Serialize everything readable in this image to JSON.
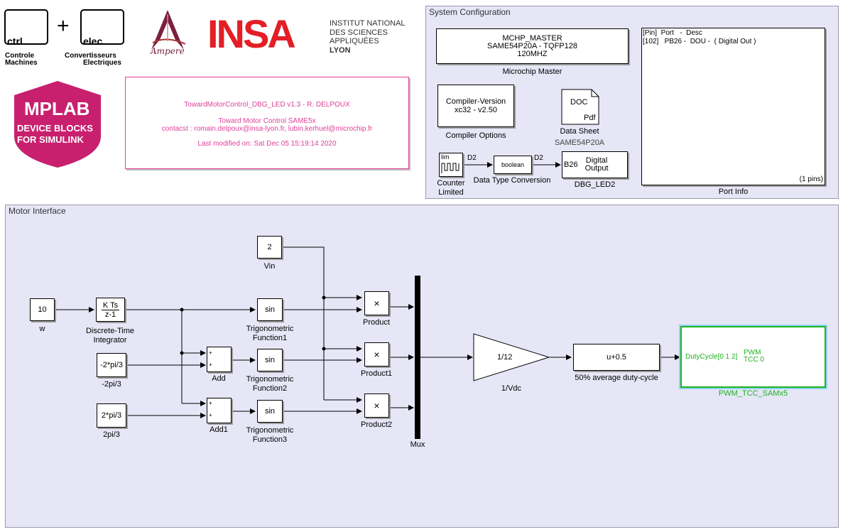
{
  "logos": {
    "ctrl": "ctrl",
    "plus": "+",
    "elec": "elec",
    "ctrl_caption_1": "Controle",
    "ctrl_caption_2": "Machines",
    "elec_caption_1": "Convertisseurs",
    "elec_caption_2": "Electriques",
    "ampere": "Ampere",
    "insa": "INSA",
    "insa_line1": "INSTITUT NATIONAL",
    "insa_line2": "DES SCIENCES",
    "insa_line3": "APPLIQUÉES",
    "insa_line4": "LYON",
    "mplab_1": "MPLAB",
    "mplab_2": "DEVICE BLOCKS",
    "mplab_3": "FOR SIMULINK",
    "accent_color": "#c8206e"
  },
  "info": {
    "line1": "TowardMotorControl_DBG_LED v1.3 - R. DELPOUX",
    "line2": "Toward Motor Control SAME5x",
    "line3": "contacst : romain.delpoux@insa-lyon.fr, lubin.kerhuel@microchip.fr",
    "line4": "Last modified on: Sat Dec 05 15:19:14 2020",
    "color": "#e0409a"
  },
  "system": {
    "title": "System Configuration",
    "master_line1": "MCHP_MASTER",
    "master_line2": "SAME54P20A - TQFP128",
    "master_line3": "120MHZ",
    "master_label": "Microchip Master",
    "compiler_line1": "Compiler-Version",
    "compiler_line2": "xc32 - v2.50",
    "compiler_label": "Compiler Options",
    "doc_top": "DOC",
    "doc_bottom": "Pdf",
    "doc_label": "Data Sheet",
    "doc_sublabel": "SAME54P20A",
    "counter_icon": "lim",
    "counter_label1": "Counter",
    "counter_label2": "Limited",
    "signal1": "D2",
    "dtc_text": "boolean",
    "dtc_label": "Data Type Conversion",
    "signal2": "D2",
    "digout_port": "B26",
    "digout_line1": "Digital",
    "digout_line2": "Output",
    "digout_label": "DBG_LED2",
    "port_header": "[Pin]  Port   -  Desc",
    "port_row": "[102]   PB26 -  DOU -  ( Digital Out )",
    "port_pins": "(1 pins)",
    "port_label": "Port Info"
  },
  "motor": {
    "title": "Motor Interface",
    "vin_value": "2",
    "vin_label": "Vin",
    "w_value": "10",
    "w_label": "w",
    "integ_num": "K Ts",
    "integ_den": "z-1",
    "integ_label1": "Discrete-Time",
    "integ_label2": "Integrator",
    "c2_value": "-2*pi/3",
    "c2_label": "-2pi/3",
    "c3_value": "2*pi/3",
    "c3_label": "2pi/3",
    "add_label": "Add",
    "add1_label": "Add1",
    "plus": "+",
    "sin": "sin",
    "trig1_l1": "Trigonometric",
    "trig1_l2": "Function1",
    "trig2_l1": "Trigonometric",
    "trig2_l2": "Function2",
    "trig3_l1": "Trigonometric",
    "trig3_l2": "Function3",
    "times": "×",
    "prod_label": "Product",
    "prod1_label": "Product1",
    "prod2_label": "Product2",
    "mux_label": "Mux",
    "gain_value": "1/12",
    "gain_label": "1/Vdc",
    "fcn_value": "u+0.5",
    "fcn_label": "50% average duty-cycle",
    "pwm_in": "DutyCycle[0 1 2]",
    "pwm_l1": "PWM",
    "pwm_l2": "TCC 0",
    "pwm_label": "PWM_TCC_SAMx5",
    "pwm_color": "#1db31d"
  }
}
